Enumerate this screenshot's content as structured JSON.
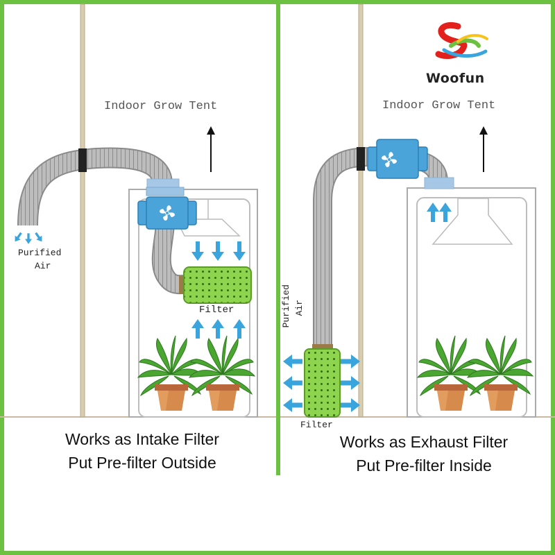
{
  "brand": {
    "name": "Woofun",
    "accent": "#6dc142"
  },
  "colors": {
    "frame_green": "#6dc142",
    "arrow_blue": "#3aa4dc",
    "fan_blue": "#4aa3d9",
    "filter_green": "#8fd44e",
    "pot_orange": "#d68a4c",
    "duct_gray": "#a9a9a9",
    "pole_beige": "#d9cdb0"
  },
  "left_panel": {
    "tent_label": "Indoor Grow Tent",
    "air_label_line1": "Purified",
    "air_label_line2": "Air",
    "filter_label": "Filter",
    "caption_line1": "Works as Intake Filter",
    "caption_line2": "Put Pre-filter Outside"
  },
  "right_panel": {
    "tent_label": "Indoor Grow Tent",
    "air_label_line1": "Purified",
    "air_label_line2": "Air",
    "filter_label": "Filter",
    "caption_line1": "Works as Exhaust Filter",
    "caption_line2": "Put Pre-filter Inside"
  },
  "icons": [
    "fan-icon",
    "arrow-up-icon",
    "arrow-down-icon",
    "arrow-left-icon",
    "arrow-right-icon",
    "plant-icon",
    "woofun-logo-icon"
  ]
}
